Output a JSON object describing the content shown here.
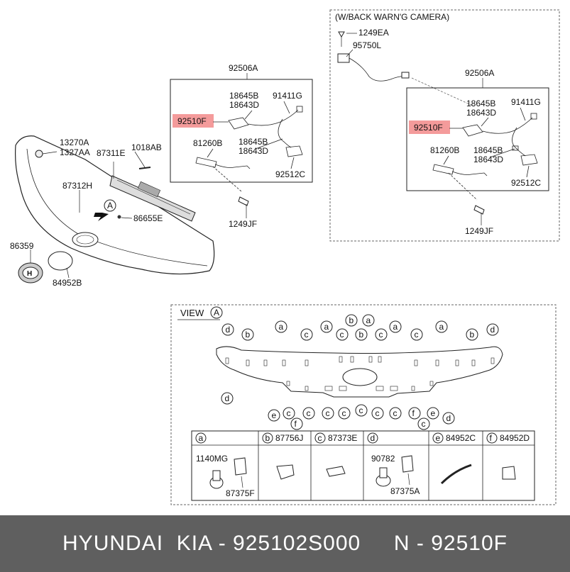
{
  "main": {
    "labels": {
      "p13270A": "13270A",
      "p1327AA": "1327AA",
      "p87311E": "87311E",
      "p1018AB": "1018AB",
      "p87312H": "87312H",
      "p86655E": "86655E",
      "p86359": "86359",
      "p84952B": "84952B",
      "view_callout": "A"
    },
    "detail_left": {
      "title": "92506A",
      "p18645B": "18645B",
      "p18643D": "18643D",
      "p91411G": "91411G",
      "p92510F": "92510F",
      "p81260B": "81260B",
      "p18645B_2": "18645B",
      "p18643D_2": "18643D",
      "p92512C": "92512C",
      "p1249JF": "1249JF"
    },
    "camera_box": {
      "title": "(W/BACK WARN'G CAMERA)",
      "p1249EA": "1249EA",
      "p95750L": "95750L",
      "sub_title": "92506A",
      "p18645B": "18645B",
      "p18643D": "18643D",
      "p91411G": "91411G",
      "p92510F": "92510F",
      "p81260B": "81260B",
      "p18645B_2": "18645B",
      "p18643D_2": "18643D",
      "p92512C": "92512C",
      "p1249JF": "1249JF"
    }
  },
  "view": {
    "title": "VIEW",
    "callout": "A",
    "top_letters": [
      "d",
      "b",
      "a",
      "c",
      "a",
      "c",
      "b",
      "b",
      "a",
      "c",
      "a",
      "c",
      "a",
      "b",
      "d"
    ],
    "bottom_letters": [
      "d",
      "e",
      "c",
      "f",
      "c",
      "c",
      "c",
      "c",
      "c",
      "c",
      "f",
      "c",
      "e",
      "d"
    ],
    "table": {
      "headers": [
        {
          "key": "a",
          "label": ""
        },
        {
          "key": "b",
          "label": "87756J"
        },
        {
          "key": "c",
          "label": "87373E"
        },
        {
          "key": "d",
          "label": ""
        },
        {
          "key": "e",
          "label": "84952C"
        },
        {
          "key": "f",
          "label": "84952D"
        }
      ],
      "a_parts": [
        "1140MG",
        "87375F"
      ],
      "d_parts": [
        "90782",
        "87375A"
      ]
    }
  },
  "footer": {
    "brand": "HYUNDAI  KIA - 925102S000     N - 92510F"
  },
  "colors": {
    "highlight": "#f28a8a",
    "footer_bg": "#5f5f5f",
    "line": "#222222",
    "dash": "#666666"
  }
}
